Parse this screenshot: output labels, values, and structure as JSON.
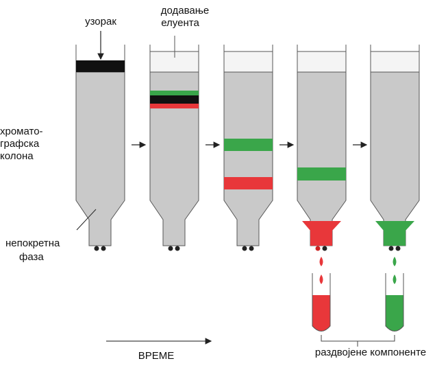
{
  "labels": {
    "sample": "узорак",
    "eluent_line1": "додавање",
    "eluent_line2": "елуента",
    "column_line1": "хромато-",
    "column_line2": "графска",
    "column_line3": "колона",
    "stationary_line1": "непокретна",
    "stationary_line2": "фаза",
    "time": "ВРЕМЕ",
    "separated": "раздвојене компоненте"
  },
  "colors": {
    "column_fill": "#c9c9c9",
    "sample_band": "#111111",
    "green_band": "#3aa64a",
    "red_band": "#e8373a",
    "outline": "#555555"
  },
  "stages": [
    {
      "id": "stage-1",
      "bands": [
        "sample"
      ]
    },
    {
      "id": "stage-2",
      "bands": [
        "green",
        "black",
        "red"
      ]
    },
    {
      "id": "stage-3",
      "bands": [
        "green",
        "red"
      ]
    },
    {
      "id": "stage-4",
      "bands": [
        "green",
        "red-eluting"
      ]
    },
    {
      "id": "stage-5",
      "bands": [
        "green-eluting"
      ]
    }
  ],
  "collected": [
    "red",
    "green"
  ]
}
